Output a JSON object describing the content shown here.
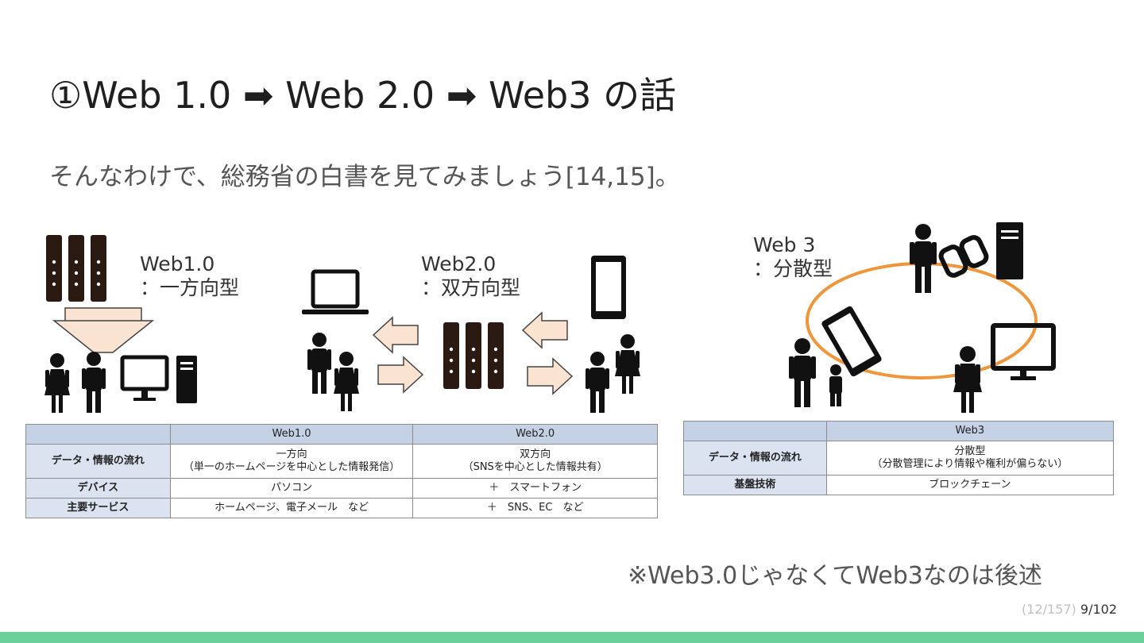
{
  "slide": {
    "title": "①Web 1.0 ➡ Web 2.0 ➡ Web3 の話",
    "subtitle": "そんなわけで、総務省の白書を見てみましょう[14,15]。",
    "footnote": "※Web3.0じゃなくてWeb3なのは後述",
    "page_counter_dim": "(12/157)",
    "page_counter": "9/102",
    "accent_color": "#6bd09a"
  },
  "figure1": {
    "web1_label": "Web1.0",
    "web1_sub": "：一方向型",
    "web2_label": "Web2.0",
    "web2_sub": "：双方向型",
    "table": {
      "headers": [
        "",
        "Web1.0",
        "Web2.0"
      ],
      "rows": [
        {
          "label": "データ・情報の流れ",
          "web1": "一方向",
          "web1_sub": "（単一のホームページを中心とした情報発信）",
          "web2": "双方向",
          "web2_sub": "（SNSを中心とした情報共有）"
        },
        {
          "label": "デバイス",
          "web1": "パソコン",
          "web2": "＋　スマートフォン"
        },
        {
          "label": "主要サービス",
          "web1": "ホームページ、電子メール　など",
          "web2": "＋　SNS、EC　など"
        }
      ]
    }
  },
  "figure2": {
    "label": "Web 3",
    "sub": "：分散型",
    "ring_color": "#f0963a",
    "table": {
      "headers": [
        "",
        "Web3"
      ],
      "rows": [
        {
          "label": "データ・情報の流れ",
          "value": "分散型",
          "value_sub": "（分散管理により情報や権利が偏らない）"
        },
        {
          "label": "基盤技術",
          "value": "ブロックチェーン"
        }
      ]
    }
  }
}
